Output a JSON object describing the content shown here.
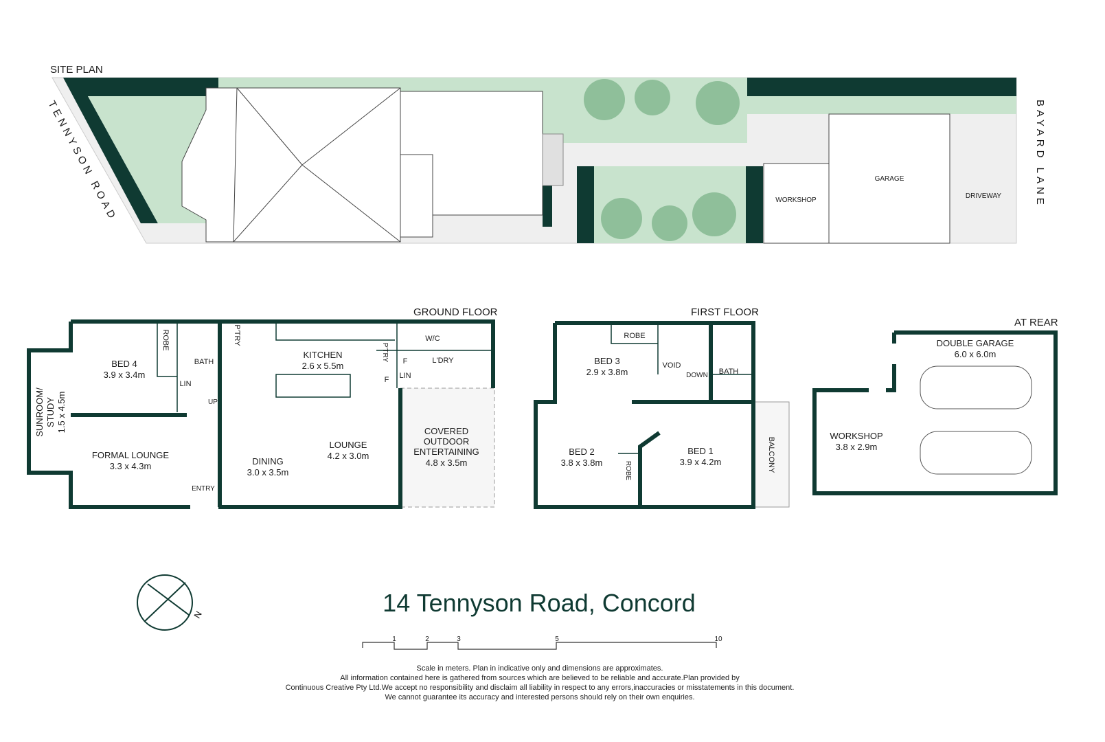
{
  "site_plan": {
    "heading": "SITE PLAN",
    "street_front": "TENNYSON ROAD",
    "street_rear": "BAYARD LANE",
    "labels": {
      "workshop": "WORKSHOP",
      "garage": "GARAGE",
      "driveway": "DRIVEWAY"
    }
  },
  "ground_floor": {
    "heading": "GROUND FLOOR",
    "rooms": {
      "bed4": {
        "name": "BED 4",
        "size": "3.9 x 3.4m"
      },
      "robe": "ROBE",
      "bath": "BATH",
      "lin": "LIN",
      "ptry": "P'TRY",
      "up": "UP",
      "sunroom": {
        "name": "SUNROOM/",
        "name2": "STUDY",
        "size": "1.5 x 4.5m"
      },
      "formal_lounge": {
        "name": "FORMAL LOUNGE",
        "size": "3.3 x 4.3m"
      },
      "entry": "ENTRY",
      "kitchen": {
        "name": "KITCHEN",
        "size": "2.6 x 5.5m"
      },
      "ptry2": "P'TRY",
      "f": "F",
      "lin2": "LIN",
      "wc": "W/C",
      "ldry": "L'DRY",
      "dining": {
        "name": "DINING",
        "size": "3.0 x 3.5m"
      },
      "lounge": {
        "name": "LOUNGE",
        "size": "4.2 x 3.0m"
      },
      "outdoor": {
        "name1": "COVERED",
        "name2": "OUTDOOR",
        "name3": "ENTERTAINING",
        "size": "4.8 x 3.5m"
      }
    }
  },
  "first_floor": {
    "heading": "FIRST FLOOR",
    "rooms": {
      "robe": "ROBE",
      "bed3": {
        "name": "BED 3",
        "size": "2.9 x 3.8m"
      },
      "void": "VOID",
      "down": "DOWN",
      "bath": "BATH",
      "bed2": {
        "name": "BED 2",
        "size": "3.8 x 3.8m"
      },
      "robe2": "ROBE",
      "bed1": {
        "name": "BED 1",
        "size": "3.9 x 4.2m"
      },
      "balcony": "BALCONY"
    }
  },
  "rear": {
    "heading": "AT REAR",
    "double_garage": {
      "name": "DOUBLE GARAGE",
      "size": "6.0 x 6.0m"
    },
    "workshop": {
      "name": "WORKSHOP",
      "size": "3.8 x 2.9m"
    }
  },
  "compass": {
    "north": "N"
  },
  "title": "14 Tennyson Road, Concord",
  "scale": {
    "ticks": [
      "1",
      "2",
      "3",
      "5",
      "10"
    ]
  },
  "disclaimer": [
    "Scale in meters. Plan in indicative only and dimensions are approximates.",
    "All information contained here is gathered from sources which are believed to be reliable and accurate.Plan provided by",
    "Continuous Creative Pty Ltd.We accept no responsibility and disclaim all liability in respect to any errors,inaccuracies or misstatements in this document.",
    "We cannot guarantee its accuracy and interested persons should rely on their own enquiries."
  ],
  "colors": {
    "wall": "#0f3a32",
    "lawn": "#c8e3cd",
    "paving": "#efefef",
    "hedge": "#0f3a32"
  }
}
